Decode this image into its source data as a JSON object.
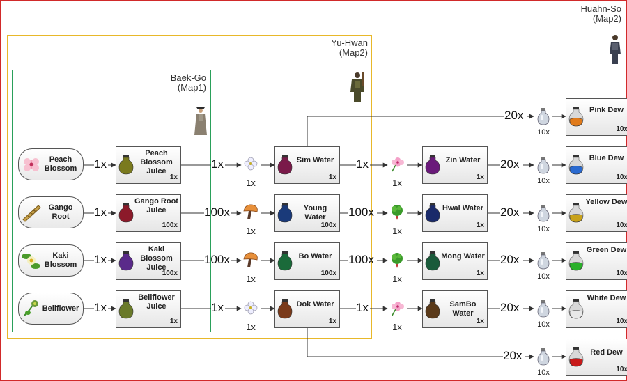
{
  "regions": {
    "huahn_so": {
      "name": "Huahn-So",
      "map": "(Map2)"
    },
    "yu_hwan": {
      "name": "Yu-Hwan",
      "map": "(Map2)"
    },
    "baek_go": {
      "name": "Baek-Go",
      "map": "(Map1)"
    }
  },
  "ingredients": [
    {
      "name": "Peach Blossom",
      "icon": "peach-blossom-icon"
    },
    {
      "name": "Gango Root",
      "icon": "gango-root-icon"
    },
    {
      "name": "Kaki Blossom",
      "icon": "kaki-blossom-icon"
    },
    {
      "name": "Bellflower",
      "icon": "bellflower-icon"
    }
  ],
  "juices": [
    {
      "name": "Peach Blossom Juice",
      "qty": "1x",
      "color": "#7a7a1e"
    },
    {
      "name": "Gango Root Juice",
      "qty": "100x",
      "color": "#8c1a2a"
    },
    {
      "name": "Kaki Blossom Juice",
      "qty": "100x",
      "color": "#5a2a8a"
    },
    {
      "name": "Bellflower Juice",
      "qty": "1x",
      "color": "#6a7a2a"
    }
  ],
  "waters": [
    {
      "name": "Sim Water",
      "qty": "1x",
      "color": "#7a1a4a"
    },
    {
      "name": "Young Water",
      "qty": "100x",
      "color": "#1a3a7a"
    },
    {
      "name": "Bo Water",
      "qty": "100x",
      "color": "#1a6a3a"
    },
    {
      "name": "Dok Water",
      "qty": "1x",
      "color": "#7a3a1a"
    }
  ],
  "waters2": [
    {
      "name": "Zin Water",
      "qty": "1x",
      "color": "#6a1a7a"
    },
    {
      "name": "Hwal Water",
      "qty": "1x",
      "color": "#1a2a6a"
    },
    {
      "name": "Mong Water",
      "qty": "1x",
      "color": "#1a5a3a"
    },
    {
      "name": "SamBo Water",
      "qty": "1x",
      "color": "#5a3a1a"
    }
  ],
  "dews": [
    {
      "name": "Pink Dew",
      "qty": "10x",
      "color": "#e07a1a"
    },
    {
      "name": "Blue Dew",
      "qty": "10x",
      "color": "#2a6ad0"
    },
    {
      "name": "Yellow Dew",
      "qty": "10x",
      "color": "#c8a21a"
    },
    {
      "name": "Green Dew",
      "qty": "10x",
      "color": "#2ab02a"
    },
    {
      "name": "White Dew",
      "qty": "10x",
      "color": "#e8e8e8"
    },
    {
      "name": "Red Dew",
      "qty": "10x",
      "color": "#c81a1a"
    }
  ],
  "arrow_labels": {
    "ing_to_juice": [
      "1x",
      "1x",
      "1x",
      "1x"
    ],
    "juice_to_mid": [
      "1x",
      "100x",
      "100x",
      "1x"
    ],
    "water_to_mid": [
      "1x",
      "100x",
      "100x",
      "1x"
    ],
    "to_flask": [
      "20x",
      "20x",
      "20x",
      "20x",
      "20x",
      "20x"
    ]
  },
  "mid_items": {
    "stage1": [
      {
        "icon": "white-flower-icon",
        "qty": "1x"
      },
      {
        "icon": "mushroom-icon",
        "qty": "1x"
      },
      {
        "icon": "mushroom-icon",
        "qty": "1x"
      },
      {
        "icon": "white-flower-icon",
        "qty": "1x"
      }
    ],
    "stage2": [
      {
        "icon": "pink-flower-icon",
        "qty": "1x"
      },
      {
        "icon": "green-herb-icon",
        "qty": "1x"
      },
      {
        "icon": "green-herb-icon",
        "qty": "1x"
      },
      {
        "icon": "pink-flower-icon",
        "qty": "1x"
      }
    ]
  },
  "flask_qty": [
    "10x",
    "10x",
    "10x",
    "10x",
    "10x",
    "10x"
  ]
}
